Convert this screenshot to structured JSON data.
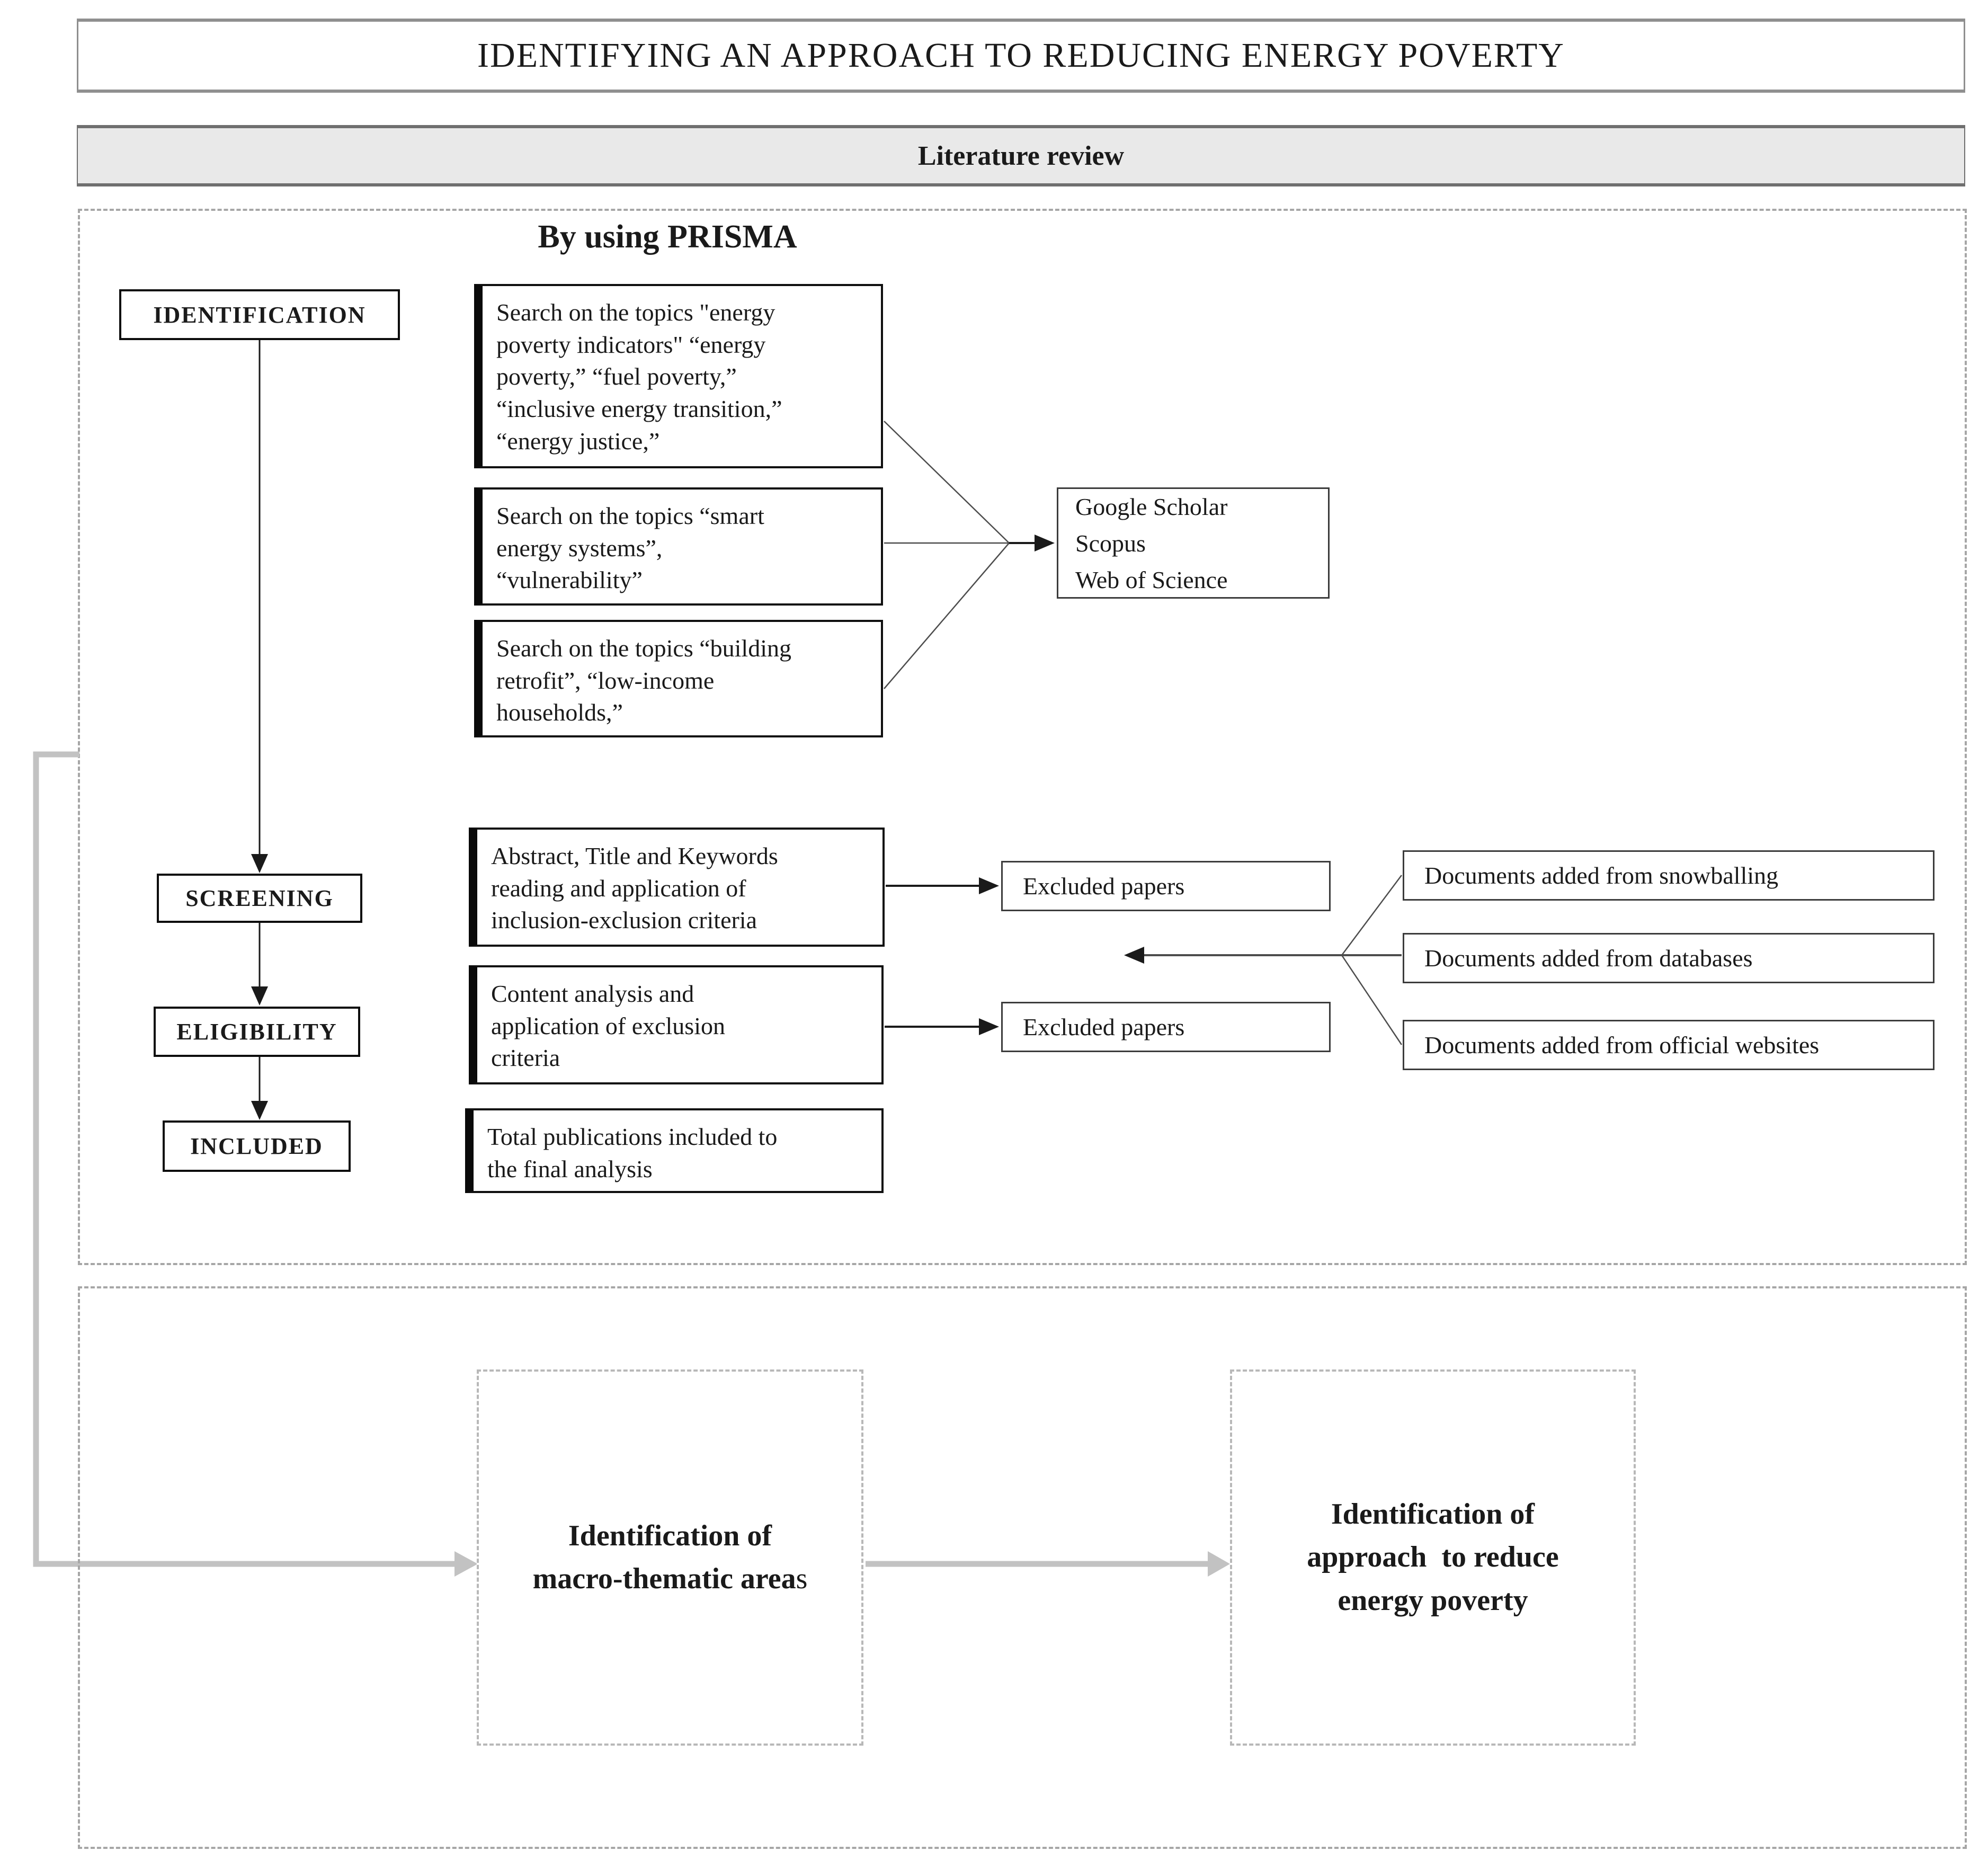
{
  "title": "IDENTIFYING AN APPROACH TO REDUCING ENERGY POVERTY",
  "section_header": "Literature review",
  "prisma": {
    "heading": "By using PRISMA",
    "stage_labels": [
      "IDENTIFICATION",
      "SCREENING",
      "ELIGIBILITY",
      "INCLUDED"
    ],
    "search_boxes": [
      "Search on the topics \"energy\npoverty indicators\" “energy\npoverty,” “fuel poverty,”\n“inclusive energy transition,”\n“energy justice,”",
      "Search on the topics “smart\nenergy systems”,\n“vulnerability”",
      "Search on the topics “building\nretrofit”, “low-income\nhouseholds,”"
    ],
    "databases_box": "Google Scholar\nScopus\nWeb of Science",
    "process_boxes": [
      "Abstract, Title and Keywords\nreading and application of\ninclusion-exclusion criteria",
      "Content analysis and\napplication of exclusion\ncriteria",
      "Total publications included to\nthe final analysis"
    ],
    "excluded_boxes": [
      "Excluded papers",
      "Excluded papers"
    ],
    "added_boxes": [
      "Documents added from snowballing",
      "Documents added from databases",
      "Documents added from official websites"
    ]
  },
  "outcome": {
    "macro_box_bold": "Identification of\nmacro-thematic area",
    "macro_box_tail": "s",
    "approach_box": "Identification of\napproach  to reduce\nenergy poverty"
  },
  "colors": {
    "box_border": "#0d0d0d",
    "thin_box_border": "#3c3c3c",
    "dashed_border": "#a6a6a6",
    "section_bar_bg": "#e9e9e9",
    "gray_connector": "#c2c2c2",
    "text": "#1a1a1a"
  }
}
